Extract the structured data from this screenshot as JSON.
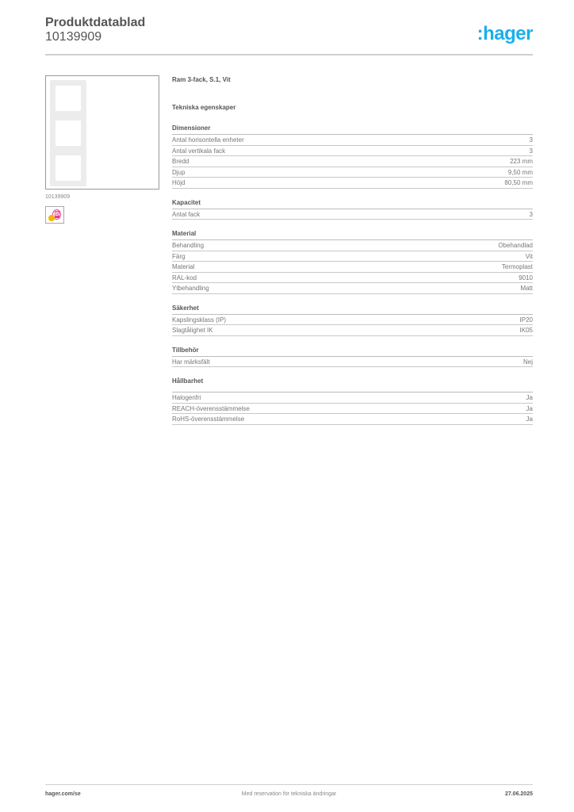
{
  "header": {
    "title": "Produktdatablad",
    "number": "10139909",
    "logo": ":hager"
  },
  "left": {
    "image_alt": "Ram 3-fack produktbild",
    "image_caption": "10139909",
    "badge_icon": "halogen-free-badge-icon",
    "badge_letter": "B"
  },
  "product": {
    "name": "Ram 3-fack, S.1, Vit",
    "section_title": "Tekniska egenskaper"
  },
  "groups": [
    {
      "title": "Dimensioner",
      "rows": [
        {
          "label": "Antal horisontella enheter",
          "value": "3"
        },
        {
          "label": "Antal vertikala fack",
          "value": "3"
        },
        {
          "label": "Bredd",
          "value": "223 mm"
        },
        {
          "label": "Djup",
          "value": "9,50 mm"
        },
        {
          "label": "Höjd",
          "value": "80,50 mm"
        }
      ]
    },
    {
      "title": "Kapacitet",
      "rows": [
        {
          "label": "Antal fack",
          "value": "3"
        }
      ]
    },
    {
      "title": "Material",
      "rows": [
        {
          "label": "Behandling",
          "value": "Obehandlad"
        },
        {
          "label": "Färg",
          "value": "Vit"
        },
        {
          "label": "Material",
          "value": "Termoplast"
        },
        {
          "label": "RAL-kod",
          "value": "9010"
        },
        {
          "label": "Ytbehandling",
          "value": "Matt"
        }
      ]
    },
    {
      "title": "Säkerhet",
      "rows": [
        {
          "label": "Kapslingsklass (IP)",
          "value": "IP20"
        },
        {
          "label": "Slagtålighet IK",
          "value": "IK05"
        }
      ]
    },
    {
      "title": "Tillbehör",
      "rows": [
        {
          "label": "Har märksfält",
          "value": "Nej"
        }
      ]
    },
    {
      "title": "Hållbarhet",
      "rows": [
        {
          "label": "Halogenfri",
          "value": "Ja"
        },
        {
          "label": "REACH-överensstämmelse",
          "value": "Ja"
        },
        {
          "label": "RoHS-överensstämmelse",
          "value": "Ja"
        }
      ]
    }
  ],
  "footer": {
    "website": "hager.com/se",
    "disclaimer": "Med reservation för tekniska ändringar",
    "date": "27.06.2025"
  },
  "colors": {
    "brand": "#1ab0e8",
    "text": "#555555",
    "rule": "#cfcfcf"
  }
}
